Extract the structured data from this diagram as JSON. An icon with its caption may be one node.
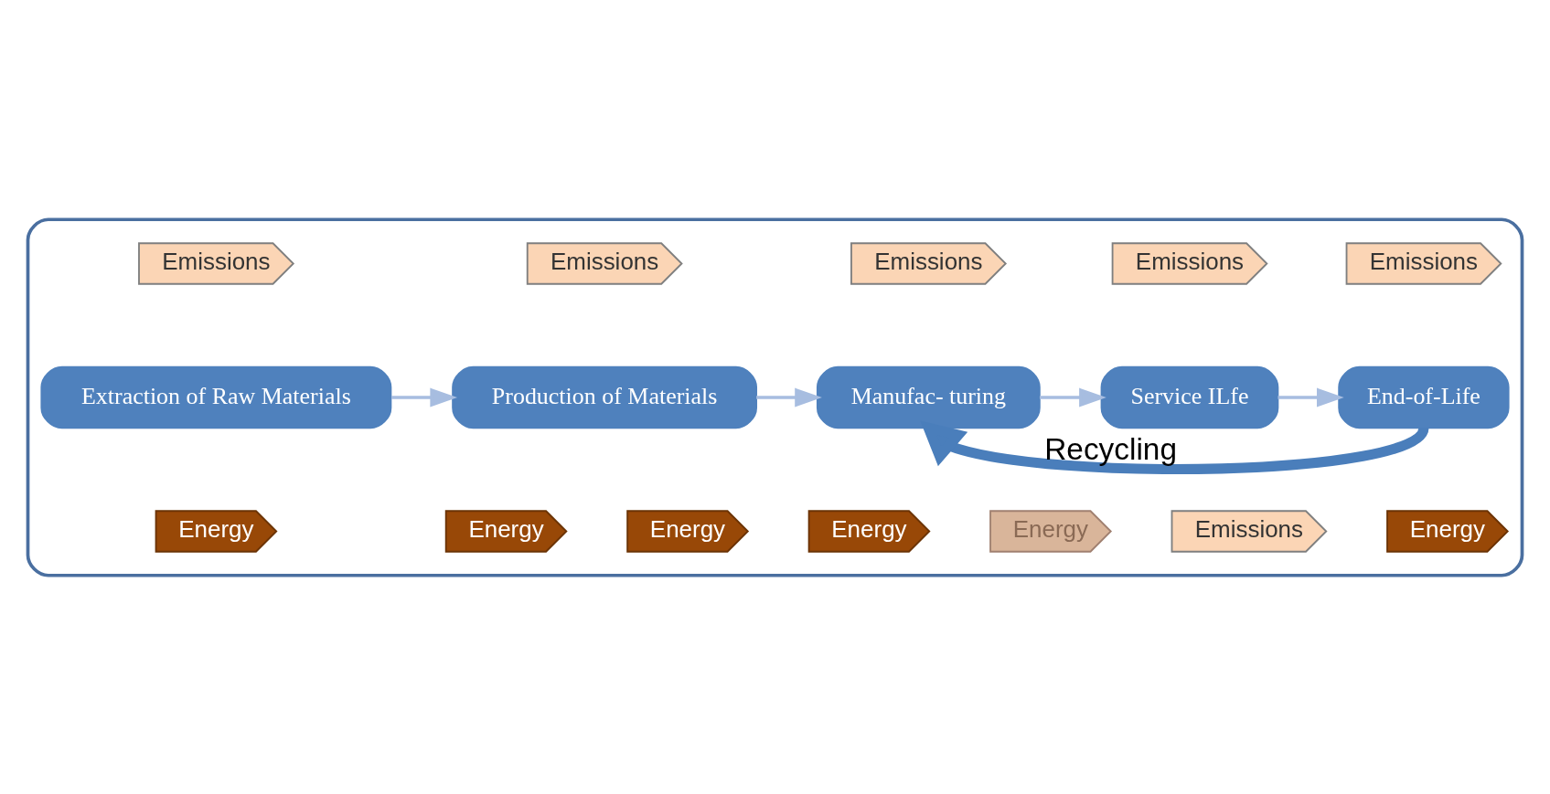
{
  "diagram": {
    "nodes": [
      {
        "text": [],
        "shape": "box"
      },
      {
        "text": [
          "Emissions"
        ],
        "in": 0
      },
      {
        "text": [
          "Emissions"
        ],
        "in": 0
      },
      {
        "text": [
          "Emissions"
        ],
        "in": 0
      },
      {
        "text": [
          "Emissions"
        ],
        "in": 0
      },
      {
        "text": [
          "Emissions"
        ],
        "in": 0
      },
      {
        "text": [
          "Extraction of Raw Materials"
        ],
        "in": 0
      },
      {
        "text": [
          "Production of Materials"
        ],
        "in": 0
      },
      {
        "text": [
          "Manufac- turing"
        ],
        "in": 0
      },
      {
        "text": [
          "Service ILfe"
        ],
        "in": 0
      },
      {
        "text": [
          "End-of-Life"
        ],
        "in": 0
      },
      {
        "text": [
          "Energy"
        ],
        "in": 0
      },
      {
        "text": [
          "Energy"
        ],
        "in": 0
      },
      {
        "text": [
          "Energy"
        ],
        "in": 0
      },
      {
        "text": [
          "Energy"
        ],
        "in": 0
      },
      {
        "text": [
          "Emissions"
        ],
        "in": 0
      },
      {
        "text": [
          "Energy"
        ],
        "in": 0
      },
      {
        "text": [
          "Energy"
        ],
        "in": 0
      }
    ],
    "edges": [
      {
        "from": 6,
        "to": 7,
        "arrow": "to"
      },
      {
        "from": 7,
        "to": 8,
        "arrow": "to"
      },
      {
        "from": 8,
        "to": 9,
        "arrow": "to"
      },
      {
        "from": 9,
        "to": 10,
        "arrow": "to"
      },
      {
        "from": 10,
        "to": 8,
        "arrow": "to",
        "label": "Recycling",
        "style": "thick",
        "color": "#4a7ebb"
      }
    ]
  }
}
